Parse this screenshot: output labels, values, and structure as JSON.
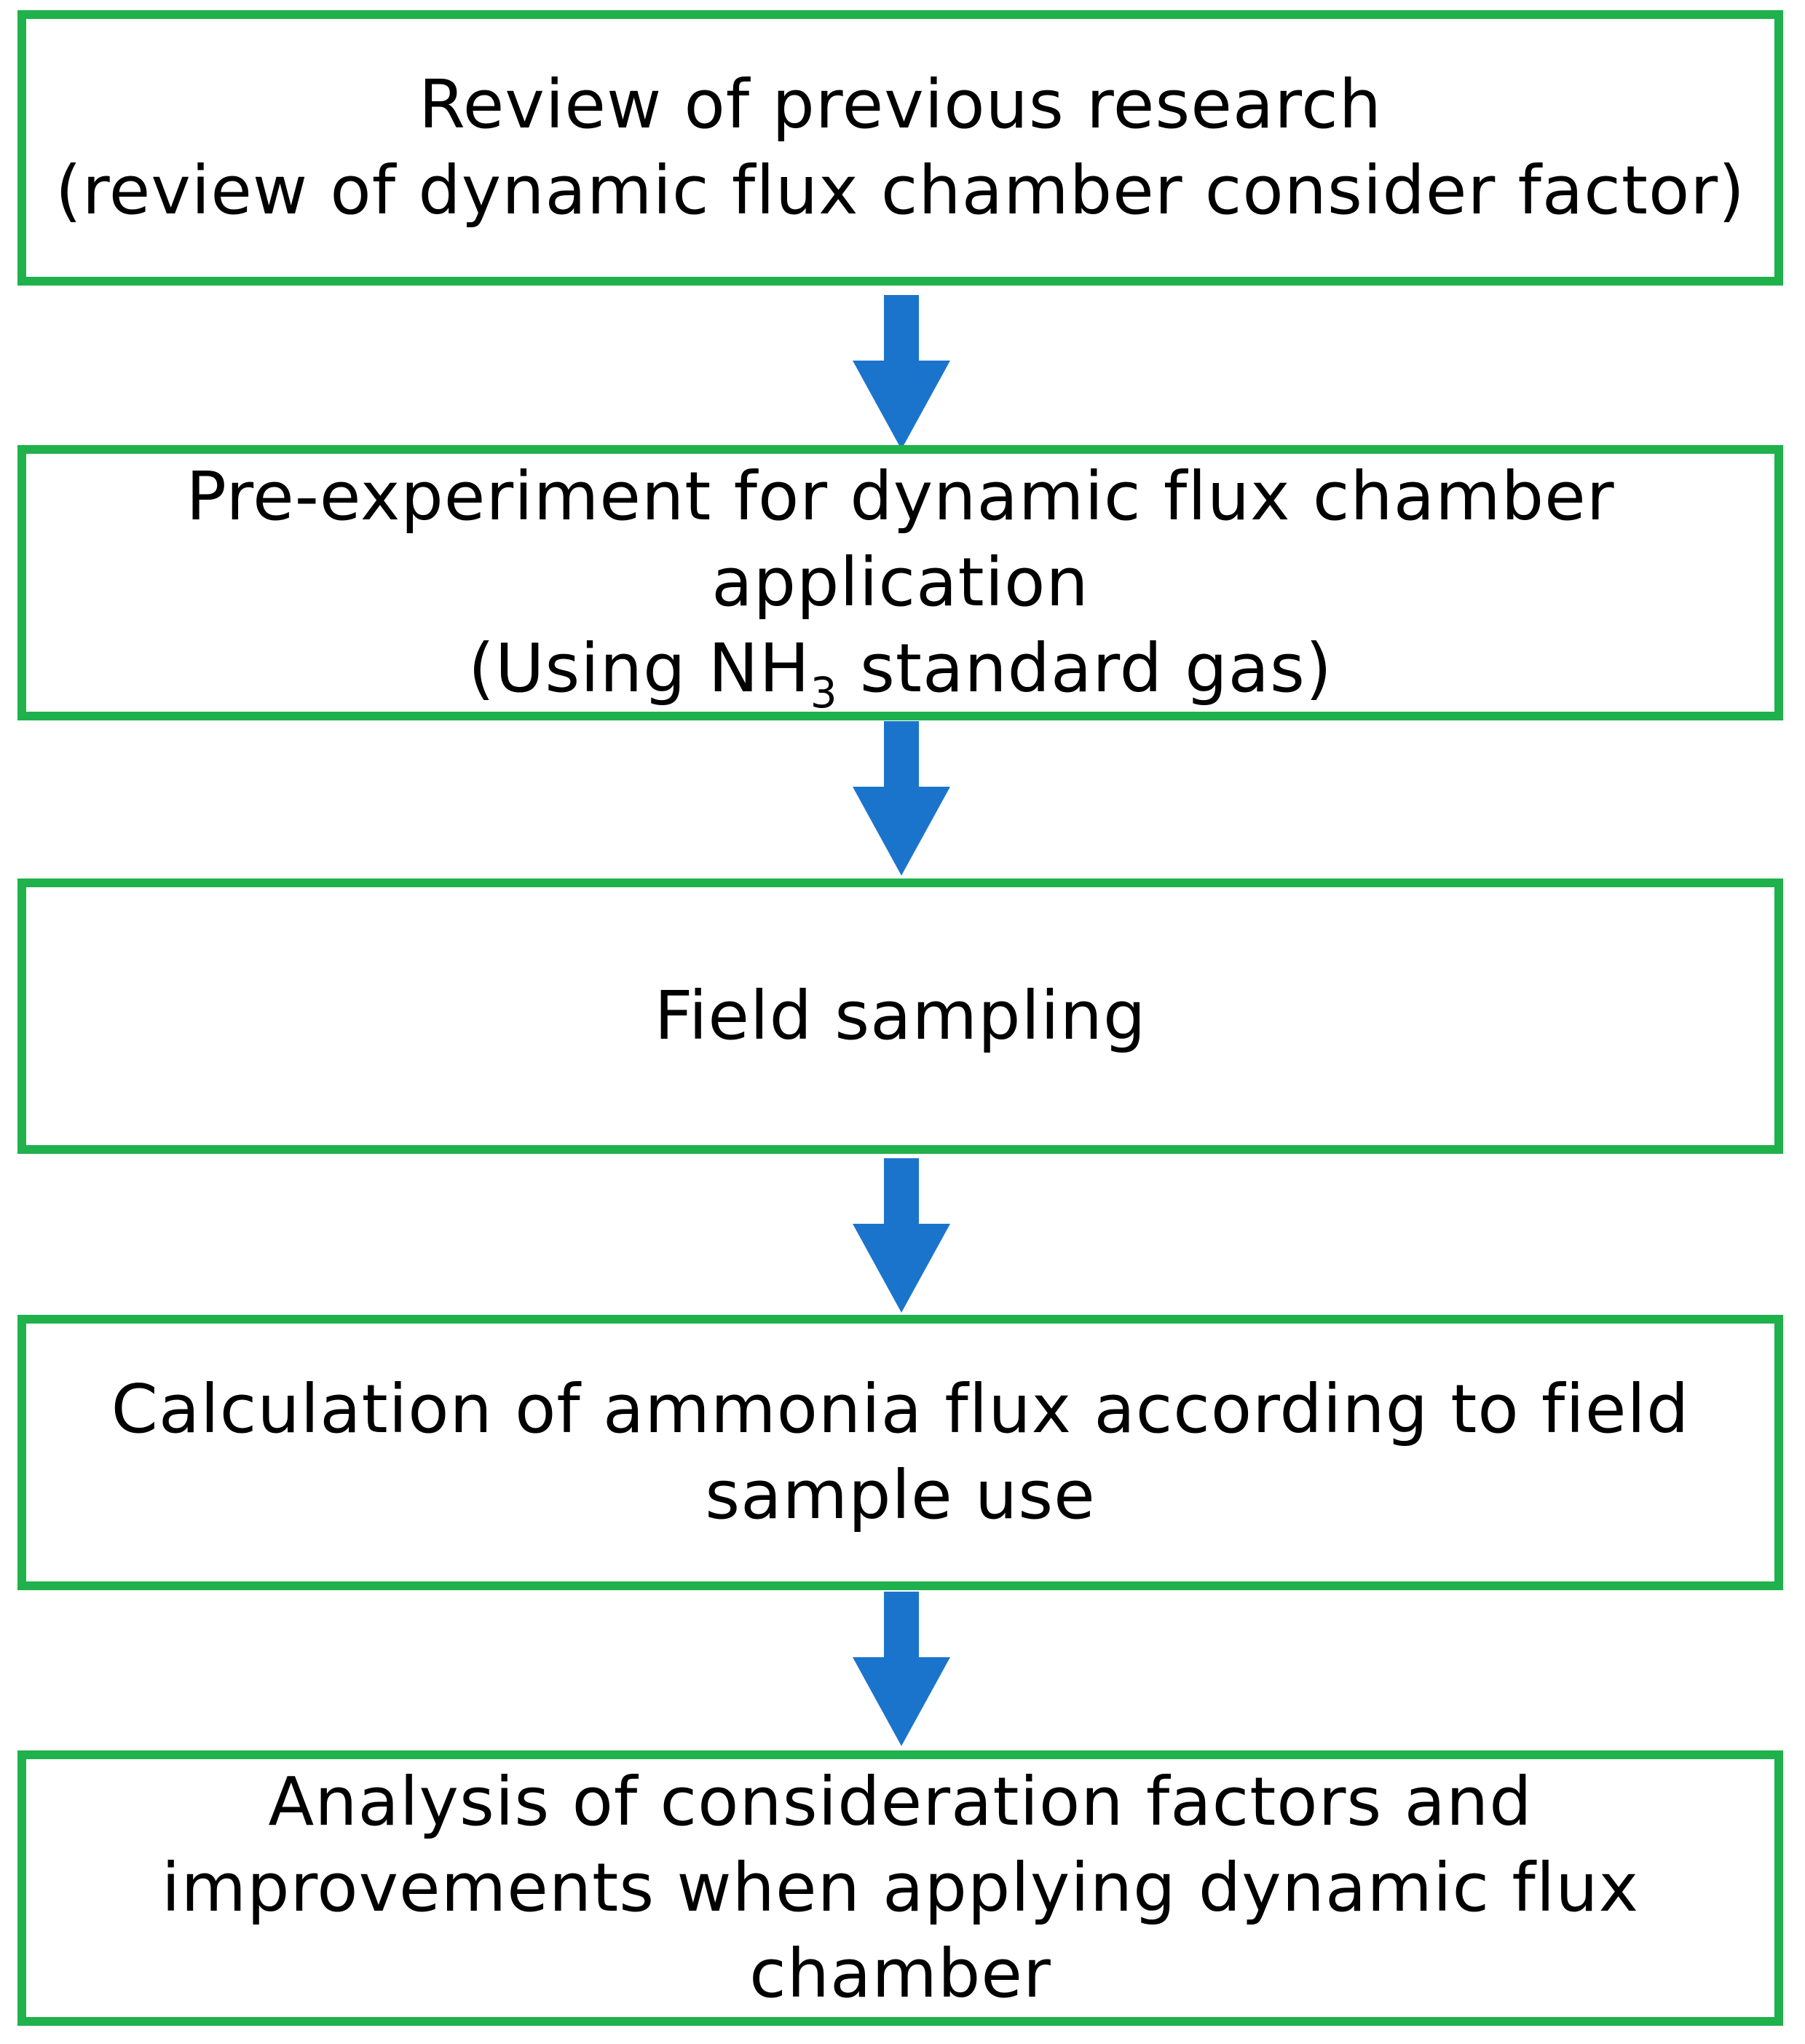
{
  "colors": {
    "box_border": "#1fb14b",
    "arrow_fill": "#1b74cc",
    "text": "#000000",
    "background": "#ffffff"
  },
  "steps": [
    {
      "lines": [
        "Review of previous research",
        "(review of dynamic flux chamber consider factor)"
      ]
    },
    {
      "lines": [
        "Pre-experiment for dynamic flux chamber",
        "application"
      ],
      "formula_prefix": "(Using NH",
      "formula_sub": "3",
      "formula_suffix": " standard gas)"
    },
    {
      "lines": [
        "Field sampling"
      ]
    },
    {
      "lines": [
        "Calculation of ammonia flux according to field",
        "sample use"
      ]
    },
    {
      "lines": [
        "Analysis of consideration factors and",
        "improvements when applying dynamic flux",
        "chamber"
      ]
    }
  ],
  "arrows": [
    {
      "icon": "down-arrow-icon"
    },
    {
      "icon": "down-arrow-icon"
    },
    {
      "icon": "down-arrow-icon"
    },
    {
      "icon": "down-arrow-icon"
    }
  ]
}
